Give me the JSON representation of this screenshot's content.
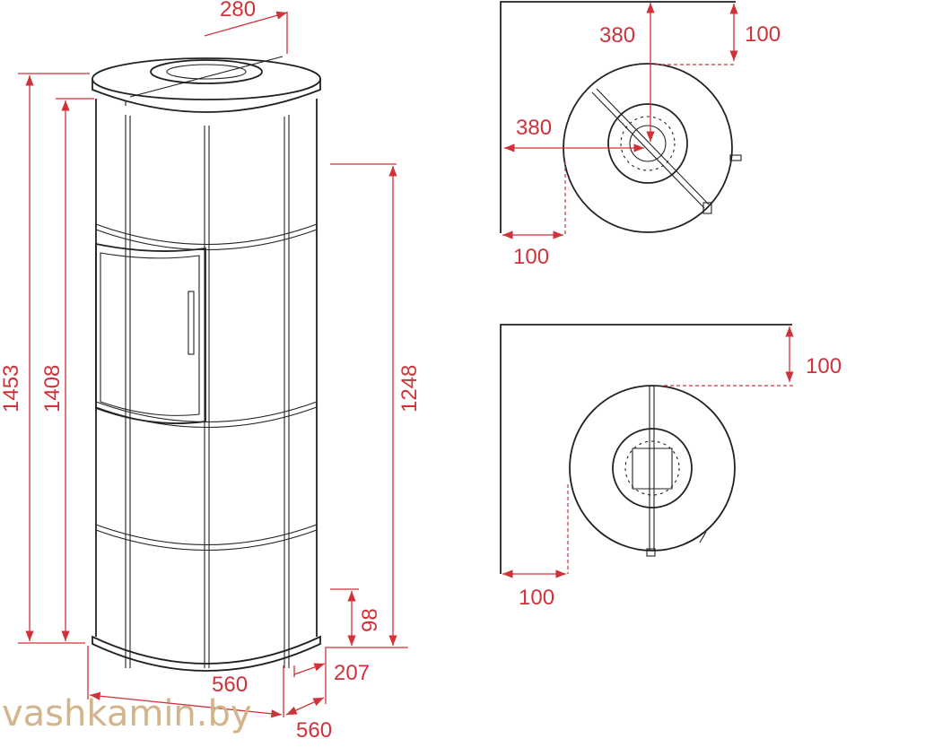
{
  "front_view": {
    "dims": {
      "top_outlet_offset": "280",
      "total_height": "1453",
      "body_height": "1408",
      "outlet_height": "1248",
      "air_inlet_height": "98",
      "air_inlet_depth": "207",
      "width": "560",
      "depth": "560"
    }
  },
  "top_view_corner_diagonal": {
    "dims": {
      "outlet_from_back": "380",
      "outlet_from_side": "380",
      "wall_clearance_back": "100",
      "wall_clearance_side": "100"
    }
  },
  "top_view_corner_straight": {
    "dims": {
      "wall_clearance_back": "100",
      "wall_clearance_side": "100"
    }
  },
  "watermark": "vashkamin.by",
  "colors": {
    "dimension": "#d0323a",
    "outline": "#222222",
    "watermark": "#d4b48a"
  }
}
